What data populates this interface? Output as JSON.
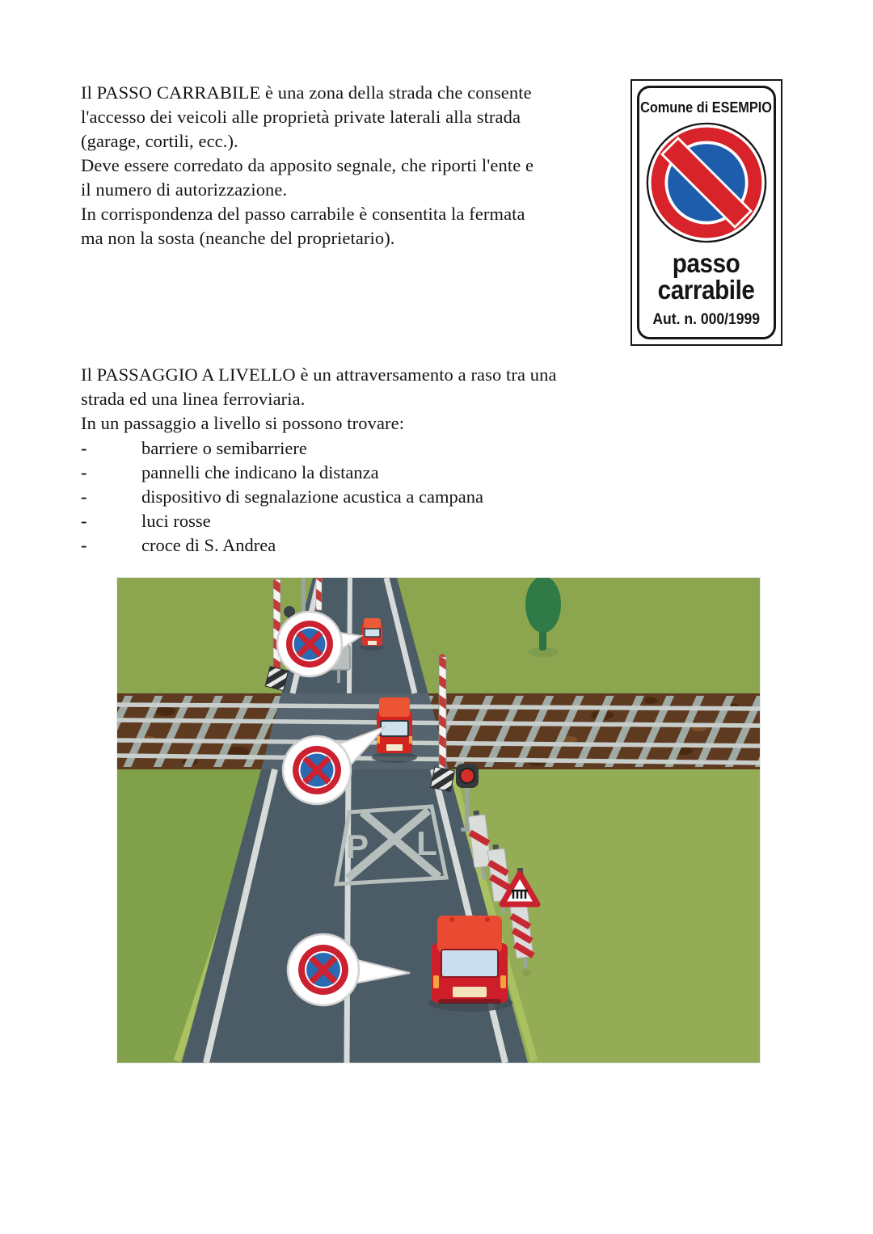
{
  "page": {
    "paragraph1": "Il PASSO CARRABILE è una zona della strada che consente\nl'accesso dei veicoli alle proprietà private laterali alla strada\n(garage, cortili, ecc.).\nDeve essere corredato da apposito segnale, che riporti l'ente e\nil numero di autorizzazione.\nIn corrispondenza del passo carrabile è consentita la fermata\nma non la sosta (neanche del proprietario).",
    "sign": {
      "municipality": "Comune di ESEMPIO",
      "label_line1": "passo",
      "label_line2": "carrabile",
      "authorization": "Aut. n. 000/1999"
    },
    "paragraph2": "Il PASSAGGIO A LIVELLO è un attraversamento a raso tra una\nstrada ed una linea ferroviaria.\nIn un passaggio a livello si possono trovare:",
    "bullet": "-",
    "list": [
      "barriere o semibarriere",
      "pannelli che indicano la distanza",
      "dispositivo di segnalazione acustica a campana",
      "luci rosse",
      "croce di S. Andrea"
    ],
    "illustration": {
      "marking_letter_p": "P",
      "marking_letter_l": "L"
    },
    "palette": {
      "sign_red": "#D8232A",
      "sign_blue": "#1E5DAB",
      "callout_red": "#CB2130",
      "callout_blue": "#2A6AB2",
      "grass_green": "#8CA64F",
      "road_gray": "#4C5C67",
      "ballast_brown": "#5E3B20",
      "vehicle_red": "#D2251F",
      "marking_gray": "#B6BFBC"
    }
  }
}
